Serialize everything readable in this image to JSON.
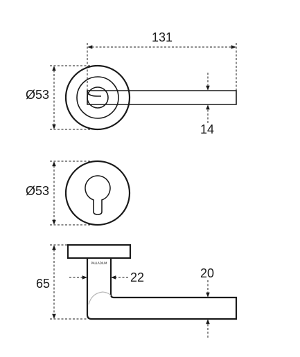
{
  "views": {
    "top": {
      "width_label": "131",
      "diameter_label": "Ø53",
      "thickness_label": "14"
    },
    "rosette": {
      "diameter_label": "Ø53"
    },
    "side": {
      "height_label": "65",
      "neck_label": "22",
      "lever_label": "20",
      "logo_text": "PALLADIUM"
    }
  }
}
